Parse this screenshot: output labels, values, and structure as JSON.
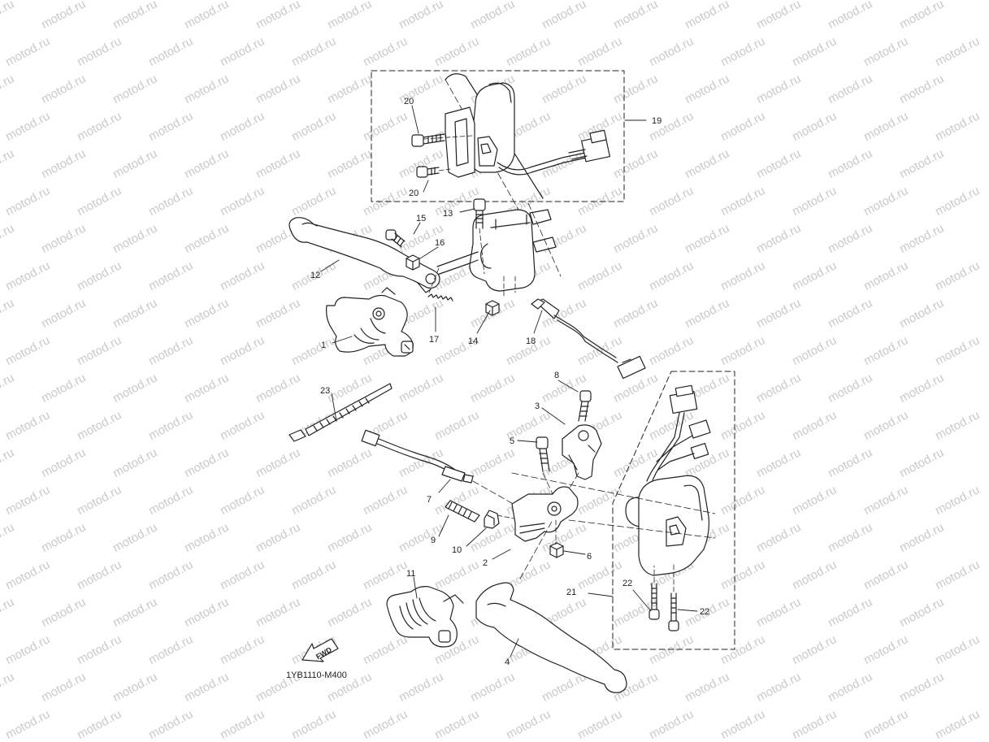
{
  "watermark": "motod.ru",
  "diagram_code": "1YB1110-M400",
  "fwd_label": "FWD",
  "callouts": {
    "c1": "1",
    "c2": "2",
    "c3": "3",
    "c4": "4",
    "c5": "5",
    "c6": "6",
    "c7": "7",
    "c8": "8",
    "c9": "9",
    "c10": "10",
    "c11": "11",
    "c12": "12",
    "c13": "13",
    "c14": "14",
    "c15": "15",
    "c16": "16",
    "c17": "17",
    "c18": "18",
    "c19": "19",
    "c20a": "20",
    "c20b": "20",
    "c21": "21",
    "c22a": "22",
    "c22b": "22",
    "c23": "23"
  },
  "colors": {
    "ink": "#222222",
    "part_fill": "#ffffff",
    "watermark": "#c9c9c9"
  }
}
